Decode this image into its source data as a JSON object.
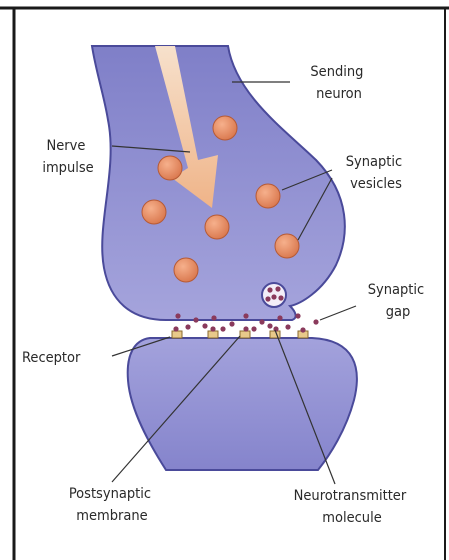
{
  "labels": {
    "sending_neuron": [
      "Sending",
      "neuron"
    ],
    "nerve_impulse": [
      "Nerve",
      "impulse"
    ],
    "synaptic_vesicles": [
      "Synaptic",
      "vesicles"
    ],
    "synaptic_gap": [
      "Synaptic",
      "gap"
    ],
    "receptor": "Receptor",
    "postsynaptic_membrane": [
      "Postsynaptic",
      "membrane"
    ],
    "neurotransmitter_molecule": [
      "Neurotransmitter",
      "molecule"
    ]
  },
  "colors": {
    "neuron_fill": "#8f8ed0",
    "neuron_stroke": "#4a4a9a",
    "vesicle_fill": "#e88a5f",
    "impulse_arrow": "#f7c79a",
    "molecule": "#8a3a5c",
    "receptor": "#e8c98a",
    "leader_line": "#333333"
  }
}
